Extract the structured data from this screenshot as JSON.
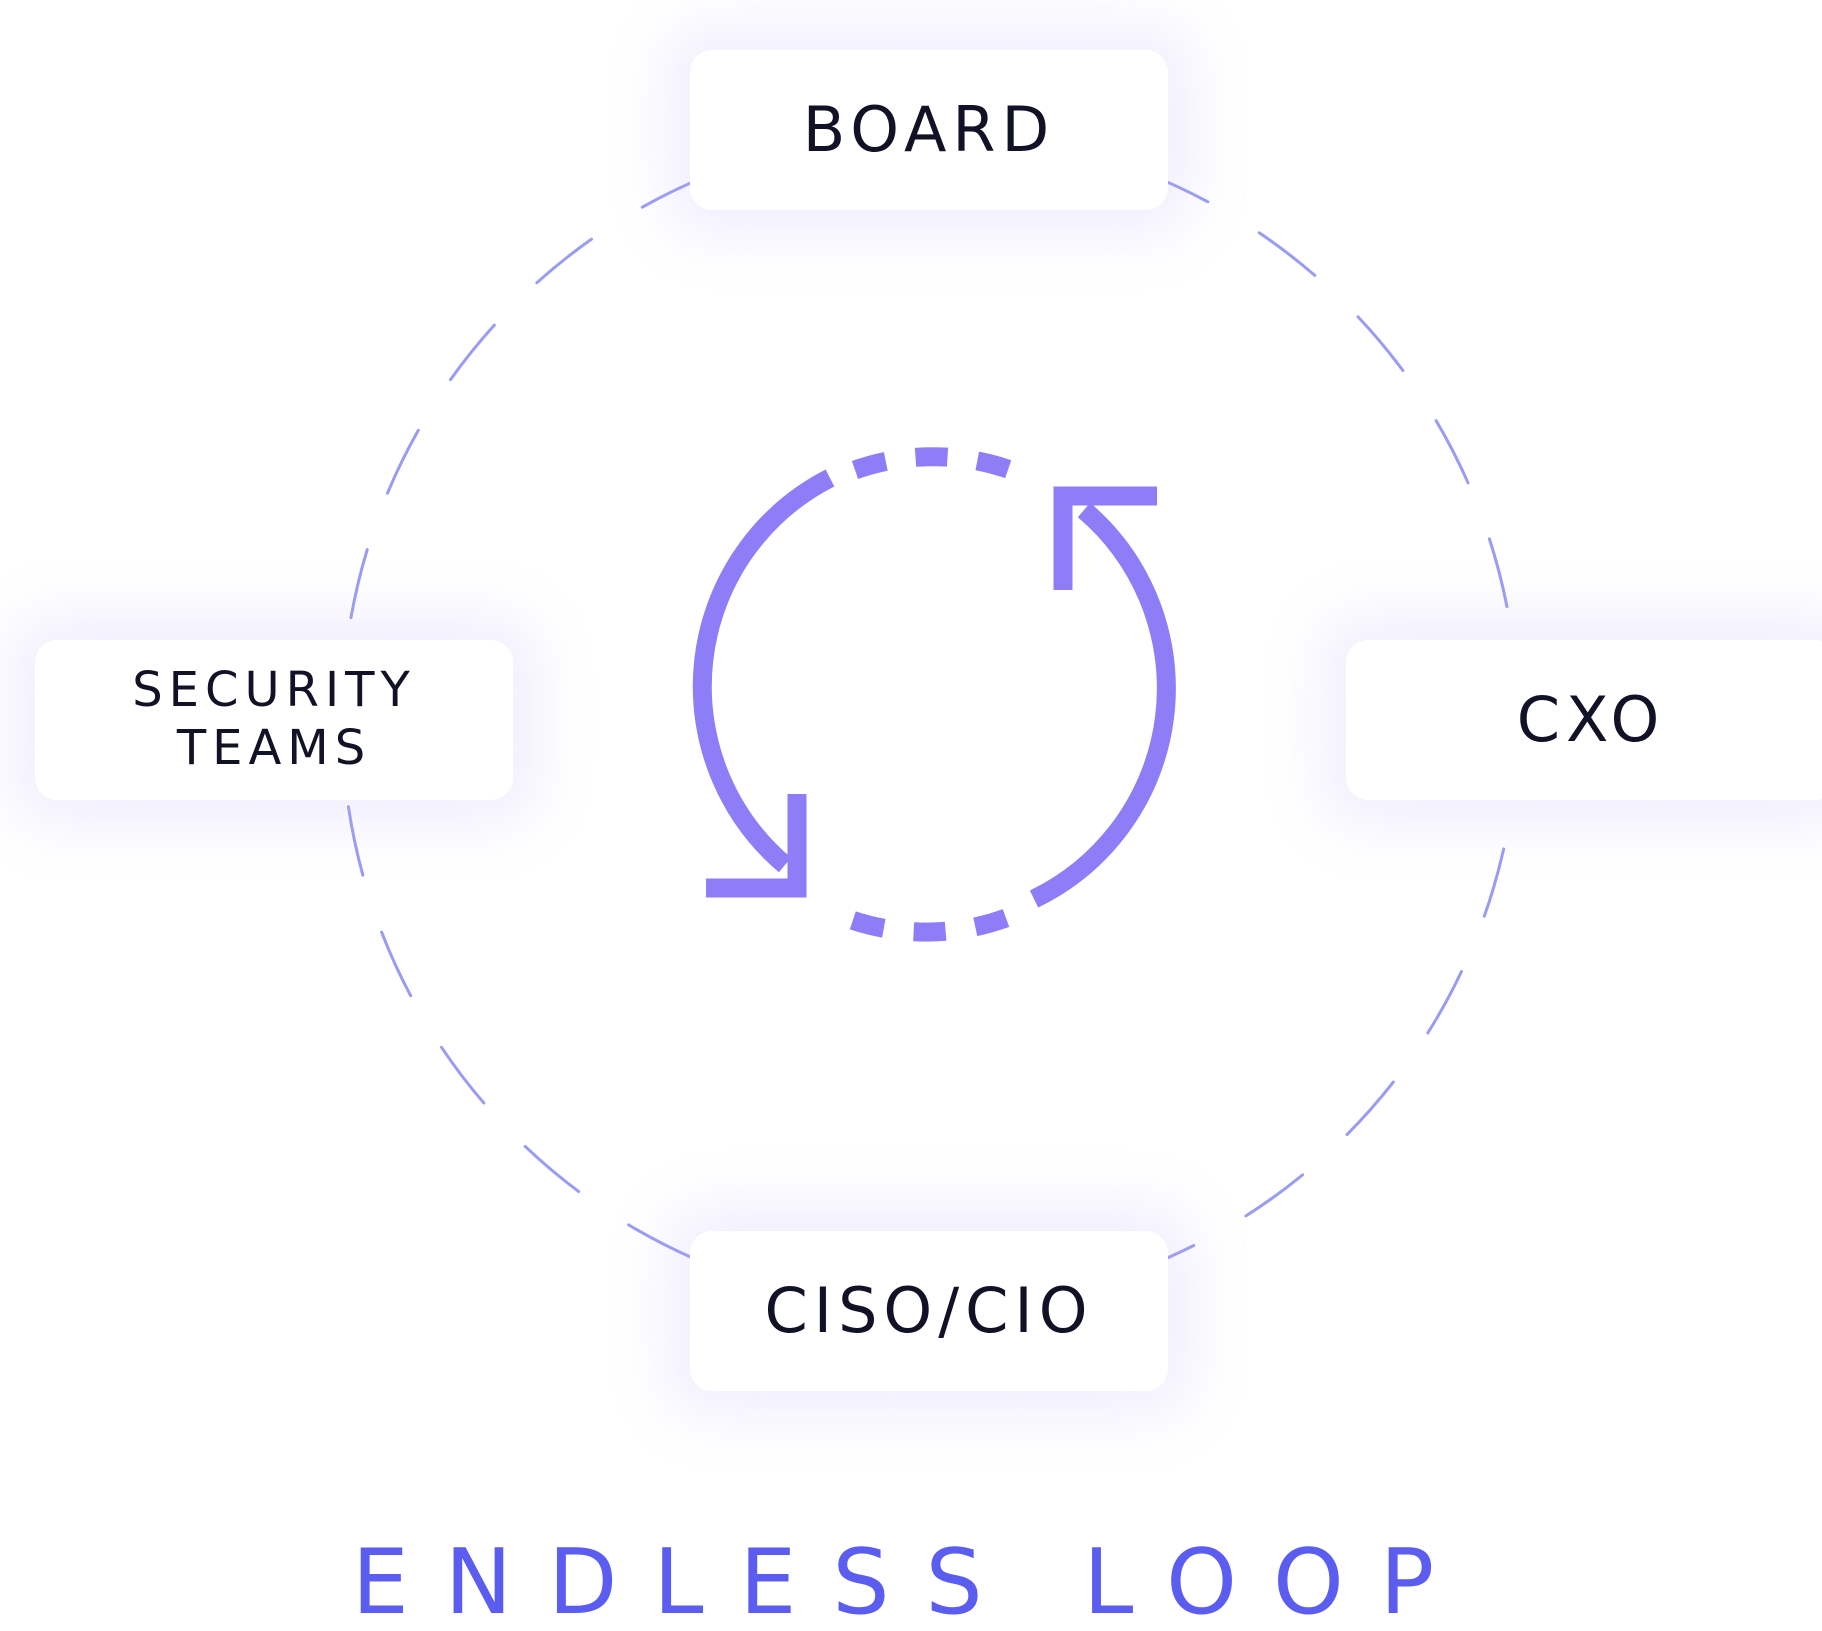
{
  "diagram": {
    "nodes": {
      "board": "BOARD",
      "cxo": "CXO",
      "ciso": "CISO/CIO",
      "security_line1": "SECURITY",
      "security_line2": "TEAMS"
    },
    "caption": "ENDLESS LOOP",
    "colors": {
      "ring": "#9a9bf2",
      "loop_icon": "#8d7ef8",
      "caption": "#5b5cf0",
      "label": "#121226"
    },
    "icons": [
      "ring-dashed-circle",
      "endless-loop-arrows-icon"
    ]
  }
}
